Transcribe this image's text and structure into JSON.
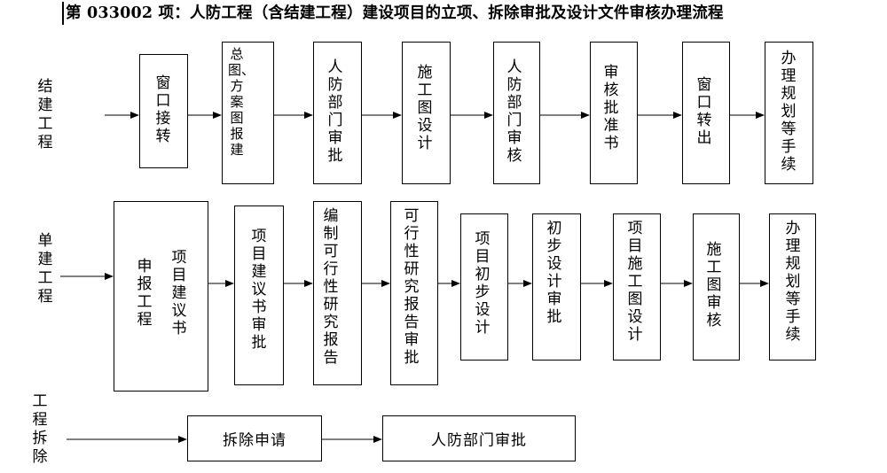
{
  "title": "第 033002 项：人防工程（含结建工程）建设项目的立项、拆除审批及设计文件审核办理流程",
  "rows": {
    "row1": {
      "label": "结建工程",
      "steps": [
        "窗口接转",
        "总图、方案图报建",
        "人防部门审批",
        "施工图设计",
        "人防部门审核",
        "审核批准书",
        "窗口转出",
        "办理规划等手续"
      ]
    },
    "row2": {
      "label": "单建工程",
      "steps": [
        "申报工程",
        "项目建议书",
        "项目建议书审批",
        "编制可行性研究报告",
        "可行性研究报告审批",
        "项目初步设计",
        "初步设计审批",
        "项目施工图设计",
        "施工图审核",
        "办理规划等手续"
      ]
    },
    "row3": {
      "label": "工程拆除",
      "steps": [
        "拆除申请",
        "人防部门审批"
      ]
    }
  }
}
